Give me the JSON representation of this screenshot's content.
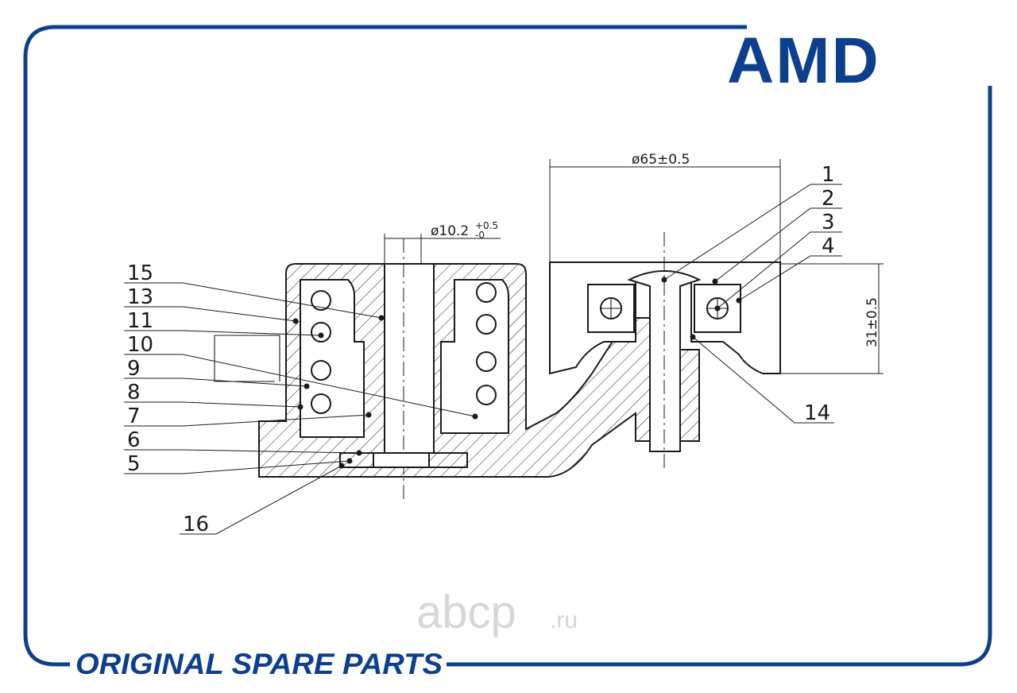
{
  "brand": {
    "logo_text": "AMD",
    "color": "#0d3f8f"
  },
  "tagline": "ORIGINAL SPARE PARTS",
  "watermark": {
    "main": "abcp",
    "suffix": ".ru"
  },
  "dimensions": {
    "pulley_diameter": "ø65±0.5",
    "bore_main": "ø10.2",
    "bore_tol_upper": "+0.5",
    "bore_tol_lower": "-0",
    "height": "31±0.5"
  },
  "callouts": {
    "c1": "1",
    "c2": "2",
    "c3": "3",
    "c4": "4",
    "c5": "5",
    "c6": "6",
    "c7": "7",
    "c8": "8",
    "c9": "9",
    "c10": "10",
    "c11": "11",
    "c13": "13",
    "c14": "14",
    "c15": "15",
    "c16": "16"
  },
  "colors": {
    "brand_blue": "#0d3f8f",
    "line": "#1a1a1a",
    "watermark": "#d7d7d7"
  }
}
